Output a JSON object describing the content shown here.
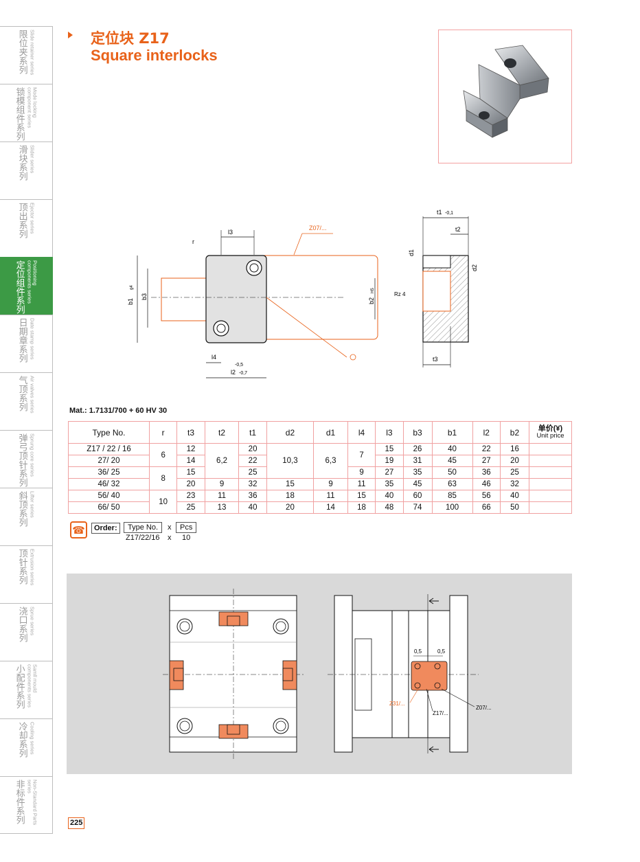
{
  "sidebar": {
    "items": [
      {
        "zh": "限位夹系列",
        "en": "Slide retainer series",
        "active": false
      },
      {
        "zh": "锁模组件系列",
        "en": "Mode locking component series",
        "active": false
      },
      {
        "zh": "滑块系列",
        "en": "Slider series",
        "active": false
      },
      {
        "zh": "顶出系列",
        "en": "Ejector series",
        "active": false
      },
      {
        "zh": "定位组件系列",
        "en": "Positioning components series",
        "active": true
      },
      {
        "zh": "日期章系列",
        "en": "Date stamp series",
        "active": false
      },
      {
        "zh": "气顶系列",
        "en": "Air valves series",
        "active": false
      },
      {
        "zh": "弹弓顶针系列",
        "en": "Sprung core series",
        "active": false
      },
      {
        "zh": "斜顶系列",
        "en": "Lifter series",
        "active": false
      },
      {
        "zh": "顶针系列",
        "en": "Extrusion series",
        "active": false
      },
      {
        "zh": "浇口系列",
        "en": "Sprue series",
        "active": false
      },
      {
        "zh": "小配件系列",
        "en": "Samll mould components series",
        "active": false
      },
      {
        "zh": "冷却系列",
        "en": "Cooling series",
        "active": false
      },
      {
        "zh": "非标件系列",
        "en": "Non-Standard Parts series",
        "active": false
      }
    ]
  },
  "header": {
    "title_zh": "定位块 Z17",
    "title_en": "Square interlocks",
    "accent_color": "#e8621a"
  },
  "drawing": {
    "labels": {
      "l3": "l3",
      "r": "r",
      "z07": "Z07/...",
      "b1": "b1",
      "b1_tol": "g4",
      "b3": "b3",
      "l4": "l4",
      "l2": "l2",
      "l2_tol": "-0,7",
      "l4_tol": "-0,5",
      "t1": "t1",
      "t1_tol": "-0,1",
      "t2": "t2",
      "d1": "d1",
      "d2": "d2",
      "b2": "b2",
      "b2_tol": "H5",
      "rz": "Rz 4",
      "t3": "t3"
    }
  },
  "material": "Mat.: 1.7131/700 + 60 HV 30",
  "table": {
    "headers": [
      "Type No.",
      "r",
      "t3",
      "t2",
      "t1",
      "d2",
      "d1",
      "l4",
      "l3",
      "b3",
      "b1",
      "l2",
      "b2"
    ],
    "price_header_zh": "单价(¥)",
    "price_header_en": "Unit price",
    "rows": [
      {
        "type": "Z17 / 22 / 16",
        "t3": "12",
        "t1": "20",
        "l3": "15",
        "b3": "26",
        "b1": "40",
        "l2": "22",
        "b2": "16"
      },
      {
        "type": "27/ 20",
        "t3": "14",
        "t1": "22",
        "l3": "19",
        "b3": "31",
        "b1": "45",
        "l2": "27",
        "b2": "20"
      },
      {
        "type": "36/ 25",
        "t3": "15",
        "t1": "25",
        "l4": "9",
        "l3": "27",
        "b3": "35",
        "b1": "50",
        "l2": "36",
        "b2": "25"
      },
      {
        "type": "46/ 32",
        "t3": "20",
        "t2": "9",
        "t1": "32",
        "d2": "15",
        "d1": "9",
        "l4": "11",
        "l3": "35",
        "b3": "45",
        "b1": "63",
        "l2": "46",
        "b2": "32"
      },
      {
        "type": "56/ 40",
        "t3": "23",
        "t2": "11",
        "t1": "36",
        "d2": "18",
        "d1": "11",
        "l4": "15",
        "l3": "40",
        "b3": "60",
        "b1": "85",
        "l2": "56",
        "b2": "40"
      },
      {
        "type": "66/ 50",
        "t3": "25",
        "t2": "13",
        "t1": "40",
        "d2": "20",
        "d1": "14",
        "l4": "18",
        "l3": "48",
        "b3": "74",
        "b1": "100",
        "l2": "66",
        "b2": "50"
      }
    ],
    "merged": {
      "r_6": "6",
      "r_8": "8",
      "r_10": "10",
      "t2_shared": "6,2",
      "d2_shared": "10,3",
      "d1_shared": "6,3",
      "l4_shared": "7"
    }
  },
  "order": {
    "label": "Order:",
    "type_header": "Type No.",
    "x": "x",
    "pcs_header": "Pcs",
    "type_value": "Z17/22/16",
    "pcs_value": "10"
  },
  "assembly": {
    "dim_left": "0,5",
    "dim_right": "0,5",
    "label_z31": "Z31/...",
    "label_z17": "Z17/...",
    "label_z07": "Z07/..."
  },
  "page_number": "225"
}
